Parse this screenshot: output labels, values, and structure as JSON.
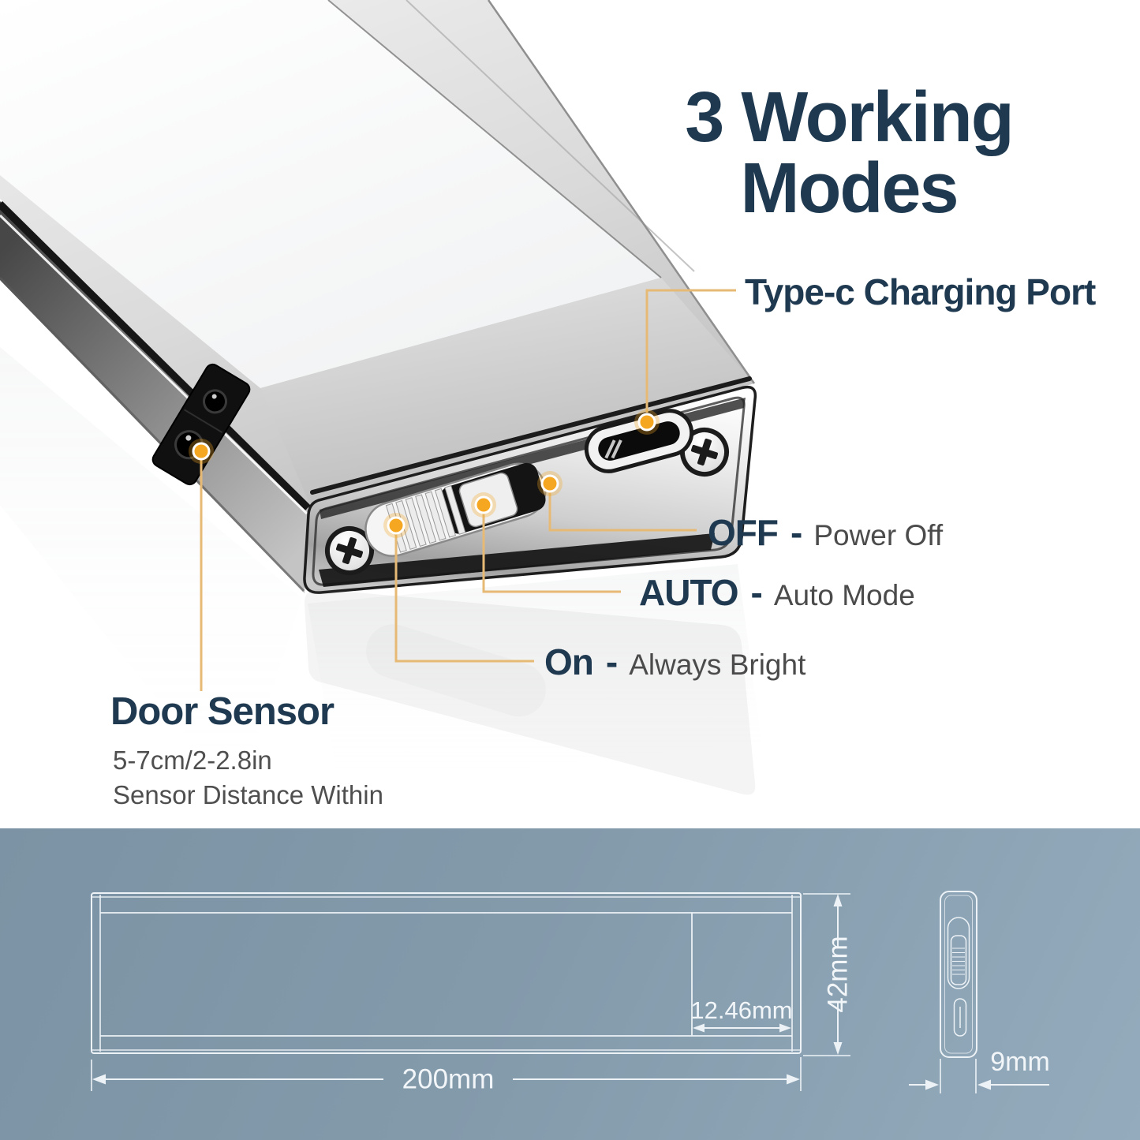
{
  "header": {
    "title": "3 Working Modes"
  },
  "annotations": {
    "type_c_port": {
      "label": "Type-c Charging Port"
    },
    "modes": [
      {
        "label": "OFF",
        "separator": "-",
        "desc": "Power Off"
      },
      {
        "label": "AUTO",
        "separator": "-",
        "desc": "Auto Mode"
      },
      {
        "label": "On",
        "separator": "-",
        "desc": "Always Bright"
      }
    ],
    "door_sensor": {
      "title": "Door Sensor",
      "range": "5-7cm/2-2.8in",
      "note": "Sensor Distance Within"
    }
  },
  "dimensions": {
    "length": "200mm",
    "height": "42mm",
    "inner_width": "12.46mm",
    "depth": "9mm"
  },
  "icons": {
    "marker": "orange-dot-marker",
    "screw": "phillips-screw-icon",
    "port": "usb-c-port-icon",
    "switch": "slide-switch-icon",
    "sensor": "door-sensor-icon"
  },
  "colors": {
    "heading_navy": "#1f3a50",
    "desc_gray": "#4b4b4b",
    "leader_tan": "#e6ba75",
    "marker_orange": "#f6a721",
    "band_top": "#7b93a4",
    "band_bottom": "#93abbc",
    "dim_line": "#edf2f6"
  }
}
